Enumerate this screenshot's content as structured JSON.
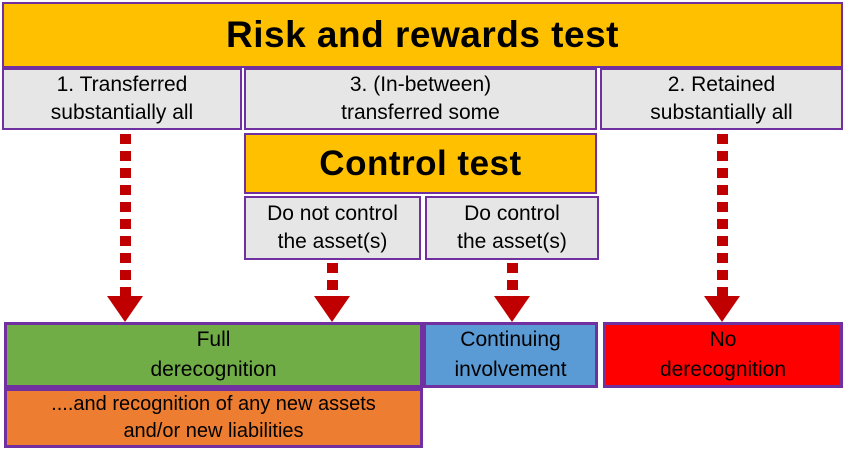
{
  "diagram": {
    "title": "Risk and rewards test",
    "branches": [
      {
        "line1": "1. Transferred",
        "line2": "substantially all"
      },
      {
        "line1": "3. (In-between)",
        "line2": "transferred some"
      },
      {
        "line1": "2. Retained",
        "line2": "substantially all"
      }
    ],
    "control": {
      "title": "Control test",
      "options": [
        {
          "line1": "Do not control",
          "line2": "the asset(s)"
        },
        {
          "line1": "Do control",
          "line2": "the asset(s)"
        }
      ]
    },
    "outcomes": [
      {
        "line1": "Full",
        "line2": "derecognition",
        "color": "#70AD47"
      },
      {
        "line1": "Continuing",
        "line2": "involvement",
        "color": "#5B9BD5"
      },
      {
        "line1": "No",
        "line2": "derecognition",
        "color": "#FF0000"
      }
    ],
    "note": {
      "line1": "....and recognition of any new assets",
      "line2": "and/or new liabilities",
      "color": "#ED7D31"
    },
    "colors": {
      "test_banner": "#FFC000",
      "branch_box": "#E7E6E6",
      "border": "#7030A0",
      "arrow": "#C00000"
    }
  }
}
